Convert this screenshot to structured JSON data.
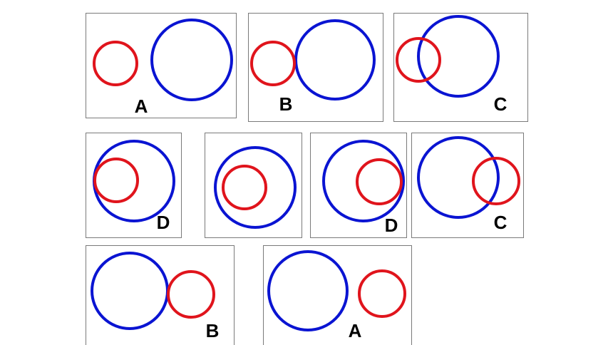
{
  "colors": {
    "small_circle": "#e0141c",
    "large_circle": "#0a14d2",
    "panel_border": "#7a7a7a",
    "label": "#000000"
  },
  "panels": [
    {
      "id": "p1",
      "label": "A"
    },
    {
      "id": "p2",
      "label": "B"
    },
    {
      "id": "p3",
      "label": "C"
    },
    {
      "id": "p4",
      "label": "D"
    },
    {
      "id": "p5",
      "label": ""
    },
    {
      "id": "p6",
      "label": "D"
    },
    {
      "id": "p7",
      "label": "C"
    },
    {
      "id": "p8",
      "label": "B"
    },
    {
      "id": "p9",
      "label": "A"
    }
  ]
}
